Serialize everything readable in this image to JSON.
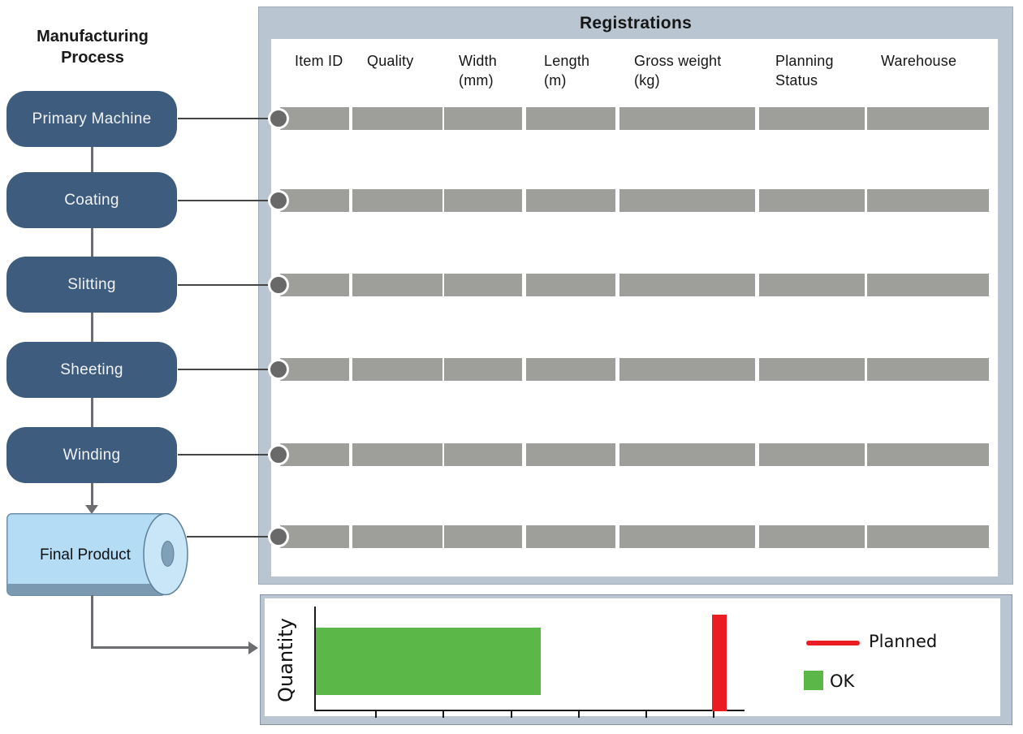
{
  "flow": {
    "title": "Manufacturing Process",
    "steps": [
      {
        "label": "Primary Machine"
      },
      {
        "label": "Coating"
      },
      {
        "label": "Slitting"
      },
      {
        "label": "Sheeting"
      },
      {
        "label": "Winding"
      }
    ],
    "final_product": {
      "label": "Final Product"
    }
  },
  "registrations": {
    "title": "Registrations",
    "columns": [
      "Item ID",
      "Quality",
      "Width (mm)",
      "Length (m)",
      "Gross weight (kg)",
      "Planning Status",
      "Warehouse"
    ],
    "rows": [
      {
        "source": "Primary Machine"
      },
      {
        "source": "Coating"
      },
      {
        "source": "Slitting"
      },
      {
        "source": "Sheeting"
      },
      {
        "source": "Winding"
      },
      {
        "source": "Final Product"
      }
    ],
    "cells_are_empty_placeholders": true
  },
  "chart_data": {
    "type": "bar",
    "orientation": "horizontal",
    "title": "",
    "xlabel": "",
    "ylabel": "Quantity",
    "x_ticks": [
      0.9,
      1.9,
      2.9,
      3.9,
      4.9,
      5.9
    ],
    "x_tick_labels": [
      "",
      "",
      "",
      "",
      "",
      ""
    ],
    "xlim": [
      0,
      6.35
    ],
    "grid": false,
    "legend_position": "right",
    "series": [
      {
        "name": "Planned",
        "style": "target-line",
        "color": "#ec1c24",
        "value": 5.98
      },
      {
        "name": "OK",
        "style": "bar",
        "color": "#5cb749",
        "value": 3.33
      }
    ]
  },
  "colors": {
    "panel_background": "#b9c5d1",
    "process_box": "#3d5c7e",
    "placeholder_bar": "#9e9e9b",
    "connector": "#6d6e71",
    "ok_green": "#5cb749",
    "planned_red": "#ec1c24",
    "roll_body": "#b4ddf5",
    "roll_shadow": "#7b99b0"
  }
}
